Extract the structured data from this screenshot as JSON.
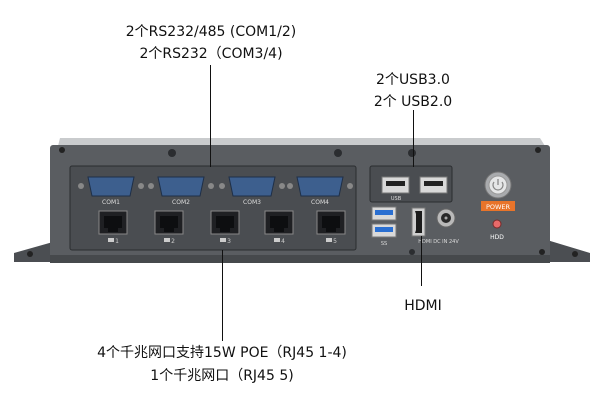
{
  "labels": {
    "com_line1": "2个RS232/485 (COM1/2)",
    "com_line2": "2个RS232（COM3/4)",
    "usb_line1": "2个USB3.0",
    "usb_line2": "2个 USB2.0",
    "hdmi": "HDMI",
    "lan_line1": "4个千兆网口支持15W POE（RJ45 1-4)",
    "lan_line2": "1个千兆网口（RJ45 5)"
  },
  "panel": {
    "com_ports": [
      "COM1",
      "COM2",
      "COM3",
      "COM4"
    ],
    "lan_ports": [
      "1",
      "2",
      "3",
      "4",
      "5"
    ],
    "power_label": "POWER",
    "hdd_label": "HDD",
    "hdmi_port_label": "HDMI",
    "dc_label": "DC IN 24V",
    "usb3_label": "SS",
    "usb2_label": "USB"
  },
  "colors": {
    "chassis": "#5a5d61",
    "chassis_dark": "#3f4245",
    "top_cover": "#c9cbcd",
    "db9_blue": "#3d5f8e",
    "usb3_blue": "#2a6fd1",
    "power_orange": "#e8742a"
  }
}
